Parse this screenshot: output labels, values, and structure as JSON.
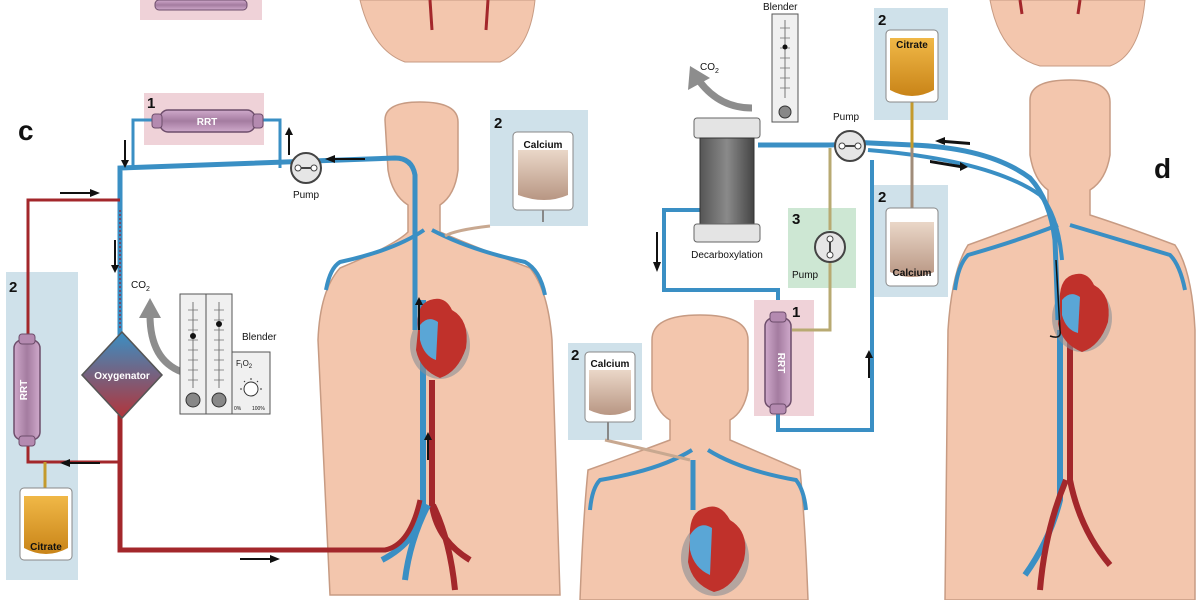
{
  "panels": {
    "c": "c",
    "d": "d"
  },
  "labels": {
    "rrt": "RRT",
    "pump": "Pump",
    "calcium": "Calcium",
    "citrate": "Citrate",
    "oxygenator": "Oxygenator",
    "co2": "CO",
    "co2_sub": "2",
    "blender": "Blender",
    "fio2_f": "F",
    "fio2_sub": "I",
    "fio2_o2": "O",
    "fio2_2": "2",
    "range_low": "0%",
    "range_high": "100%",
    "decarboxylation": "Decarboxylation"
  },
  "numbers": {
    "one": "1",
    "two": "2",
    "three": "3"
  },
  "colors": {
    "venous_blue": "#3a8fc4",
    "arterial_red": "#a3272b",
    "rrt_fill": "#b48ab0",
    "rrt_box": "#efd2d8",
    "calcium_box": "#cfe1ea",
    "pump3_box": "#cde7d3",
    "skin": "#f3c6ad",
    "citrate": "#e0a331",
    "calcium_fluid": "#c8a890"
  }
}
